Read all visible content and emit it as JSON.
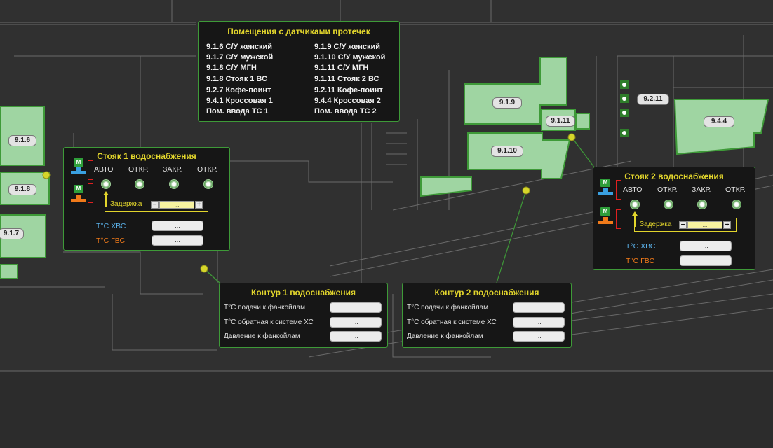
{
  "leak_panel": {
    "title": "Помещения с датчиками протечек",
    "left_items": [
      "9.1.6 С/У женский",
      "9.1.7 С/У мужской",
      "9.1.8 С/У МГН",
      "9.1.8 Стояк 1 ВС",
      "9.2.7 Кофе-поинт",
      "9.4.1 Кроссовая 1",
      "Пом. ввода ТС 1"
    ],
    "right_items": [
      "9.1.9 С/У женский",
      "9.1.10 С/У мужской",
      "9.1.11 С/У МГН",
      "9.1.11 Стояк 2 ВС",
      "9.2.11 Кофе-поинт",
      "9.4.4 Кроссовая 2",
      "Пом. ввода ТС 2"
    ]
  },
  "rooms": {
    "r916": "9.1.6",
    "r918": "9.1.8",
    "r917": "9.1.7",
    "r919": "9.1.9",
    "r9111": "9.1.11",
    "r9110": "9.1.10",
    "r9211": "9.2.11",
    "r944": "9.4.4"
  },
  "riser1": {
    "title": "Стояк 1 водоснабжения",
    "mode_labels": [
      "АВТО",
      "ОТКР.",
      "ЗАКР.",
      "ОТКР."
    ],
    "motor_label": "М",
    "delay_label": "Задержка",
    "delay_value": "...",
    "hvs_label": "Т°С  ХВС",
    "hvs_value": "...",
    "gvs_label": "Т°С  ГВС",
    "gvs_value": "..."
  },
  "riser2": {
    "title": "Стояк 2 водоснабжения",
    "mode_labels": [
      "АВТО",
      "ОТКР.",
      "ЗАКР.",
      "ОТКР."
    ],
    "motor_label": "М",
    "delay_label": "Задержка",
    "delay_value": "...",
    "hvs_label": "Т°С  ХВС",
    "hvs_value": "...",
    "gvs_label": "Т°С  ГВС",
    "gvs_value": "..."
  },
  "contour1": {
    "title": "Контур 1 водоснабжения",
    "rows": [
      {
        "label": "Т°С подачи к фанкойлам",
        "value": "..."
      },
      {
        "label": "Т°С обратная к системе ХС",
        "value": "..."
      },
      {
        "label": "Давление к фанкойлам",
        "value": "..."
      }
    ]
  },
  "contour2": {
    "title": "Контур 2 водоснабжения",
    "rows": [
      {
        "label": "Т°С подачи к фанкойлам",
        "value": "..."
      },
      {
        "label": "Т°С обратная к системе ХС",
        "value": "..."
      },
      {
        "label": "Давление к фанкойлам",
        "value": "..."
      }
    ]
  },
  "colors": {
    "accent_green": "#3e9a38",
    "title_yellow": "#e2d52c",
    "cold_blue": "#5ab0e8",
    "hot_orange": "#f07a1a",
    "alarm_red": "#e02020"
  },
  "icons": [
    "motor-badge-icon",
    "cold-valve-icon",
    "hot-valve-icon",
    "plus-icon",
    "minus-icon"
  ]
}
